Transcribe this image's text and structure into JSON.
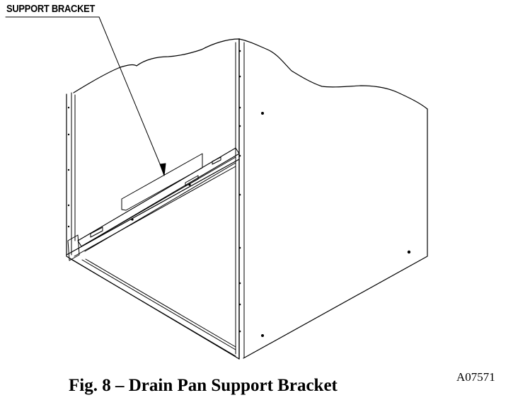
{
  "callout": {
    "label": "SUPPORT BRACKET"
  },
  "caption": {
    "text": "Fig. 8 – Drain Pan Support Bracket"
  },
  "figure_code": "A07571"
}
